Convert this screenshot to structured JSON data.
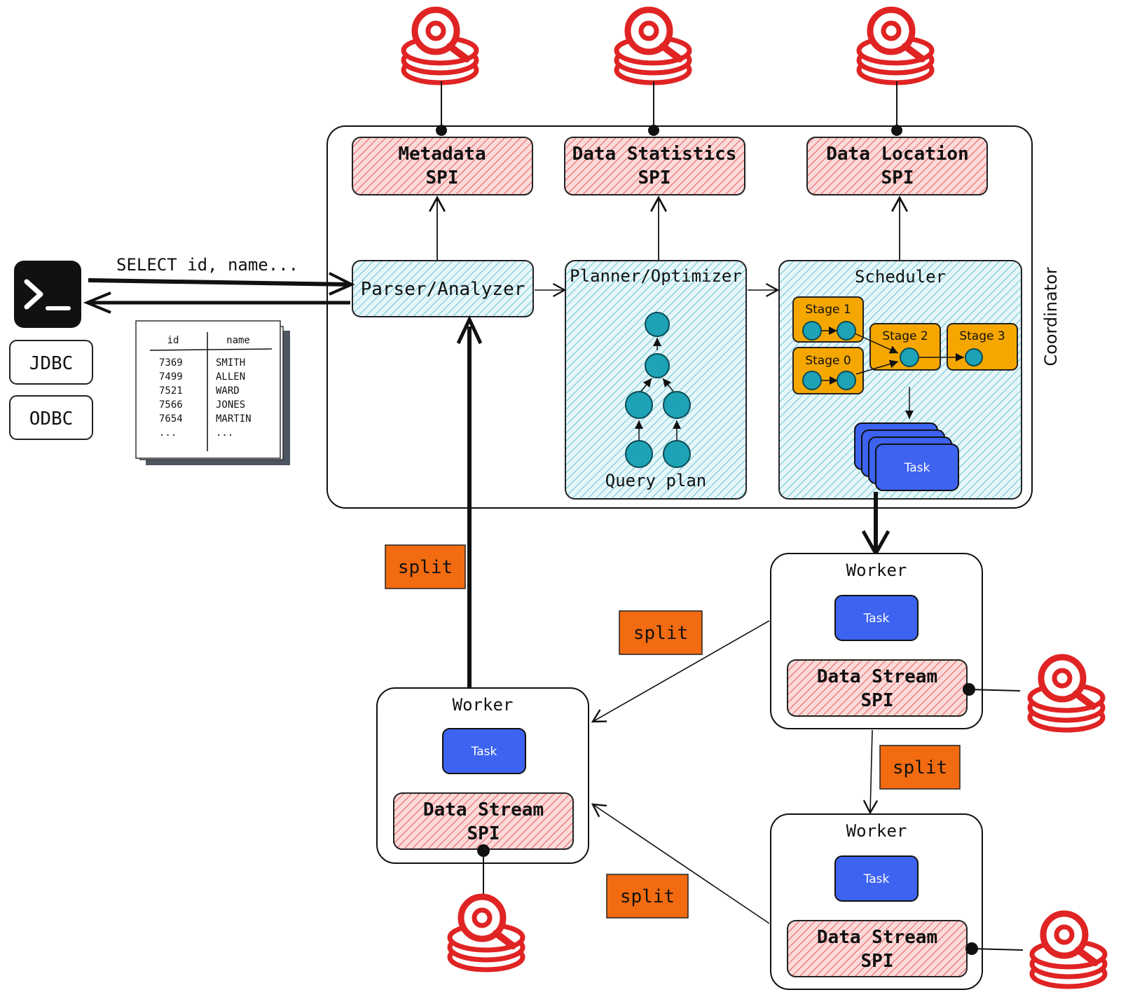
{
  "client": {
    "query_text": "SELECT id, name...",
    "drivers": [
      "JDBC",
      "ODBC"
    ],
    "result_table": {
      "columns": [
        "id",
        "name"
      ],
      "rows": [
        [
          "7369",
          "SMITH"
        ],
        [
          "7499",
          "ALLEN"
        ],
        [
          "7521",
          "WARD"
        ],
        [
          "7566",
          "JONES"
        ],
        [
          "7654",
          "MARTIN"
        ],
        [
          "...",
          "..."
        ]
      ]
    }
  },
  "coordinator": {
    "label": "Coordinator",
    "spi": {
      "metadata": [
        "Metadata",
        "SPI"
      ],
      "statistics": [
        "Data Statistics",
        "SPI"
      ],
      "location": [
        "Data Location",
        "SPI"
      ]
    },
    "parser": "Parser/Analyzer",
    "planner": {
      "title": "Planner/Optimizer",
      "caption": "Query plan"
    },
    "scheduler": {
      "title": "Scheduler",
      "stages": [
        "Stage 1",
        "Stage 2",
        "Stage 3",
        "Stage 0"
      ],
      "task": "Task"
    }
  },
  "workers": [
    {
      "title": "Worker",
      "task": "Task",
      "spi": [
        "Data Stream",
        "SPI"
      ]
    },
    {
      "title": "Worker",
      "task": "Task",
      "spi": [
        "Data Stream",
        "SPI"
      ]
    },
    {
      "title": "Worker",
      "task": "Task",
      "spi": [
        "Data Stream",
        "SPI"
      ]
    }
  ],
  "split_label": "split",
  "colors": {
    "spi_fill": "#f7c7c7",
    "spi_hatch": "#e85a5a",
    "process_fill": "#d8f1f5",
    "process_hatch": "#3bb7c9",
    "stage": "#f5a700",
    "task": "#3d63f0",
    "split": "#f26b10",
    "node": "#1ea3b6",
    "db_icon": "#e02323"
  },
  "icons": [
    "terminal-icon",
    "database-icon"
  ]
}
